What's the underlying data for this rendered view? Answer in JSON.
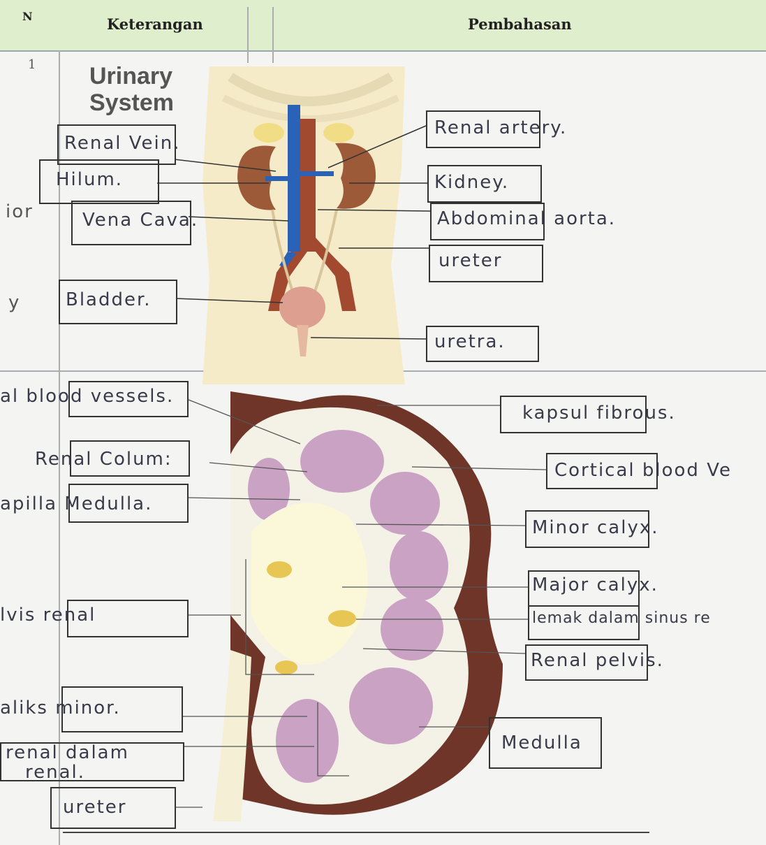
{
  "header": {
    "no": "N",
    "keterangan": "Keterangan",
    "pembahasan": "Pembahasan"
  },
  "row_number": "1",
  "diagram1": {
    "title_line1": "Urinary",
    "title_line2": "System",
    "labels": {
      "renal_vein": "Renal Vein.",
      "hilum": "Hilum.",
      "vena_cava": "Vena Cava.",
      "bladder": "Bladder.",
      "renal_artery": "Renal artery.",
      "kidney": "Kidney.",
      "abdominal_aorta": "Abdominal aorta.",
      "ureter": "ureter",
      "uretra": "uretra."
    },
    "margin_text": {
      "ior": "ior",
      "y": "y"
    }
  },
  "diagram2": {
    "labels": {
      "blood_vessels": "al blood vessels.",
      "renal_colum": "Renal Colum:",
      "papilla_medulla": "apilla Medulla.",
      "pelvis_renal": "lvis renal",
      "kaliks_minor": "aliks minor.",
      "renal_dalam": "renal dalam",
      "renal": "renal.",
      "ureter": "ureter",
      "kapsul_fibrous": "kapsul fibrous.",
      "cortical_blood": "Cortical blood Ve",
      "minor_calyx": "Minor calyx.",
      "major_calyx": "Major calyx.",
      "lemak": "lemak dalam sinus re",
      "renal_pelvis": "Renal pelvis.",
      "medulla": "Medulla"
    }
  }
}
